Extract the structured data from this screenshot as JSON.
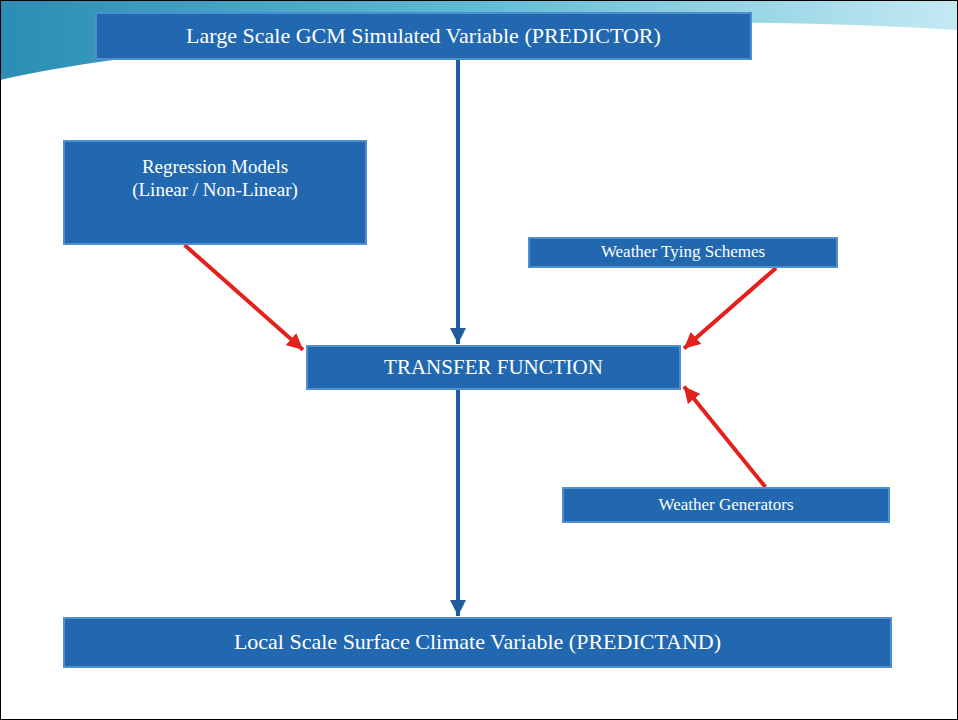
{
  "diagram": {
    "nodes": [
      {
        "text": [
          "Large Scale GCM Simulated Variable (PREDICTOR)"
        ]
      },
      {
        "text": [
          "Regression Models (Linear / Non-Linear)"
        ]
      },
      {
        "text": [
          "Weather Tying Schemes"
        ]
      },
      {
        "text": [
          "TRANSFER FUNCTION"
        ]
      },
      {
        "text": [
          "Weather Generators"
        ]
      },
      {
        "text": [
          "Local Scale Surface Climate Variable (PREDICTAND)"
        ]
      }
    ],
    "edges": [
      {
        "from": 0,
        "to": 3,
        "arrow": "to"
      },
      {
        "from": 3,
        "to": 5,
        "arrow": "to"
      },
      {
        "from": 1,
        "to": 3,
        "arrow": "to"
      },
      {
        "from": 2,
        "to": 3,
        "arrow": "to"
      },
      {
        "from": 4,
        "to": 3,
        "arrow": "to"
      }
    ]
  }
}
